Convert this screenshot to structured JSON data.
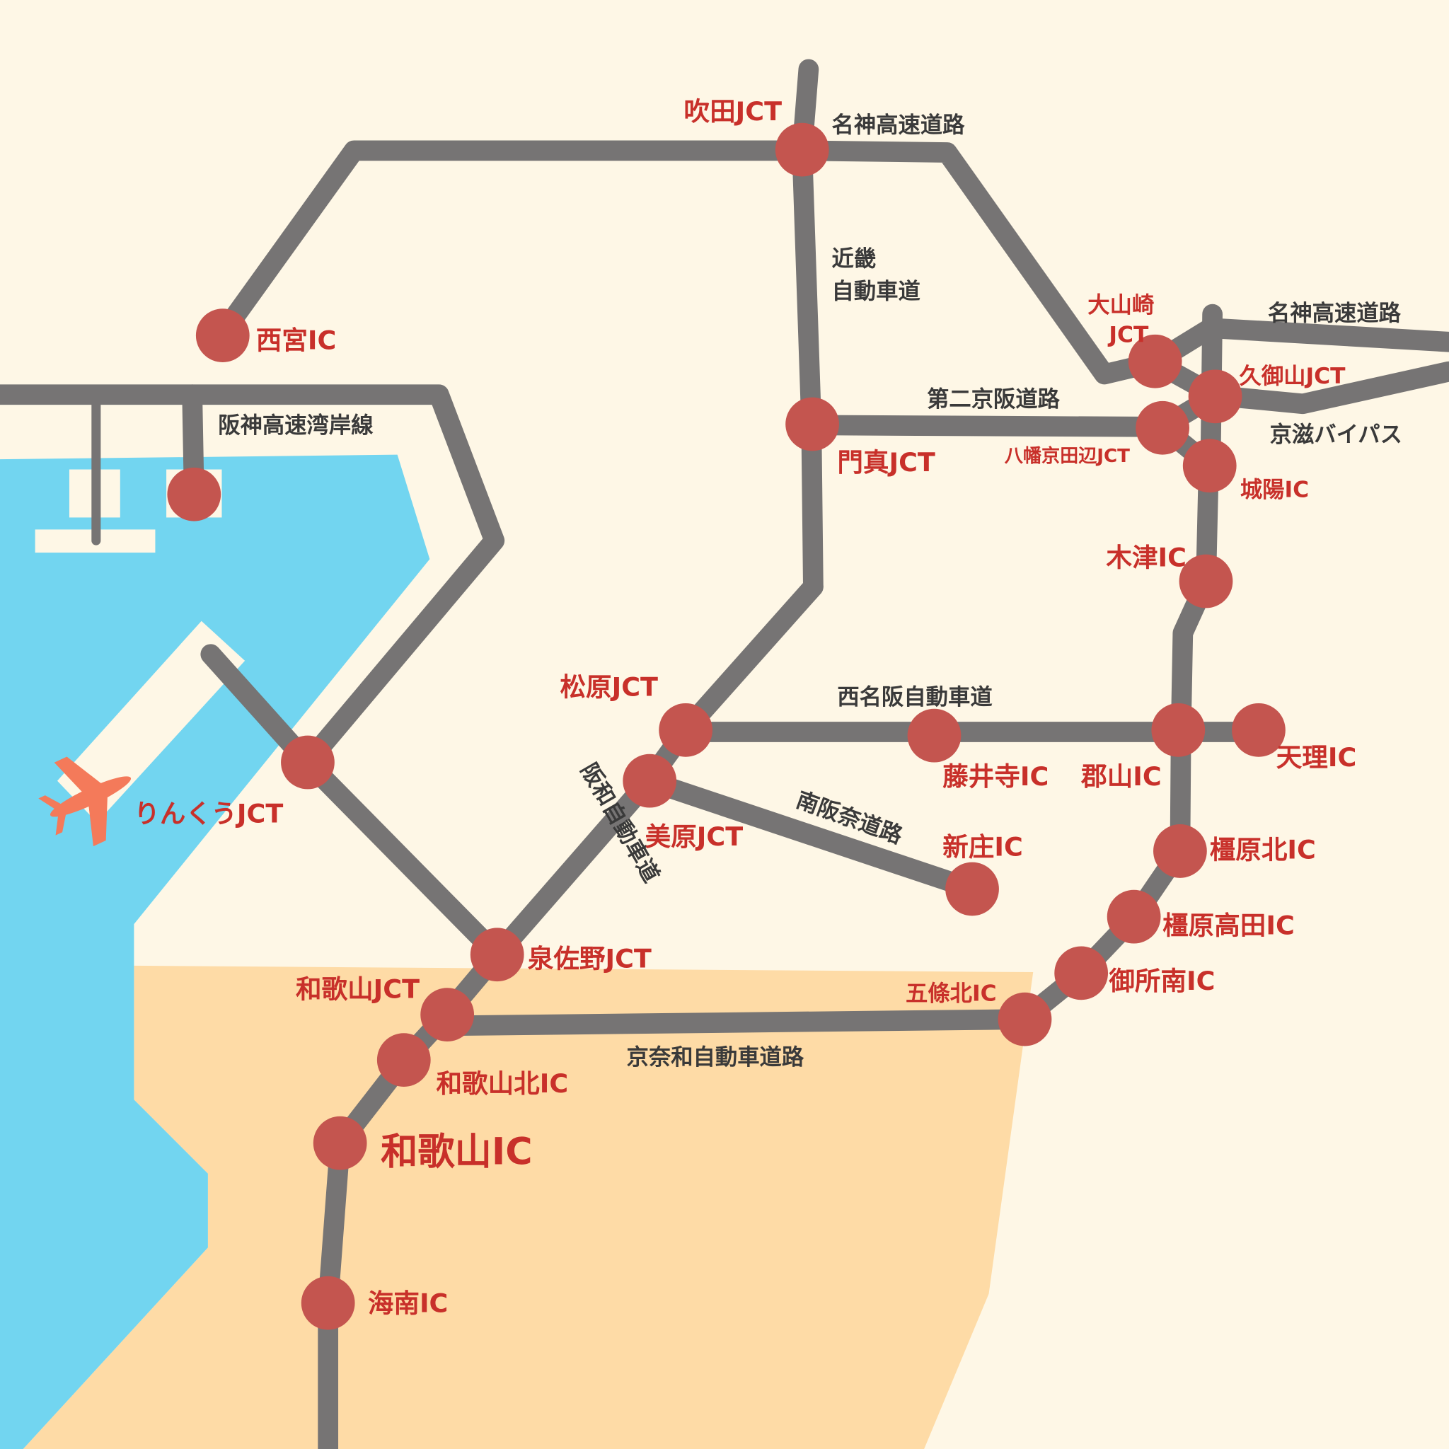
{
  "colors": {
    "background": "#fef7e6",
    "water": "#72d5f0",
    "land": "#fedba6",
    "road": "#767474",
    "interchange": "#c4554f",
    "label_red": "#c8302a",
    "label_dark": "#3a3a3a",
    "airport": "#f47a5a"
  },
  "icons": {
    "airport": "airplane-icon"
  },
  "roads": {
    "meishin_top": "名神高速道路",
    "kinki_1": "近畿",
    "kinki_2": "自動車道",
    "meishin_right": "名神高速道路",
    "daini_keihan": "第二京阪道路",
    "keiji": "京滋バイパス",
    "hanshin_wangan": "阪神高速湾岸線",
    "nishi_meihan": "西名阪自動車道",
    "hanwa": "阪和自動車道",
    "minami_hanna": "南阪奈道路",
    "keinawa": "京奈和自動車道路"
  },
  "points": {
    "suita": "吹田JCT",
    "nishinomiya": "西宮IC",
    "kadoma": "門真JCT",
    "oyamazaki_1": "大山崎",
    "oyamazaki_2": "JCT",
    "kumiyama": "久御山JCT",
    "yawata": "八幡京田辺JCT",
    "joyo": "城陽IC",
    "kizu": "木津IC",
    "matsubara": "松原JCT",
    "fujiidera": "藤井寺IC",
    "koriyama": "郡山IC",
    "tenri": "天理IC",
    "rinku": "りんくうJCT",
    "mihara": "美原JCT",
    "shinjo": "新庄IC",
    "kashihara_kita": "橿原北IC",
    "kashihara_takada": "橿原高田IC",
    "gose_minami": "御所南IC",
    "izumisano": "泉佐野JCT",
    "wakayama_jct": "和歌山JCT",
    "gojo_kita": "五條北IC",
    "wakayama_kita": "和歌山北IC",
    "wakayama": "和歌山IC",
    "kainan": "海南IC"
  }
}
